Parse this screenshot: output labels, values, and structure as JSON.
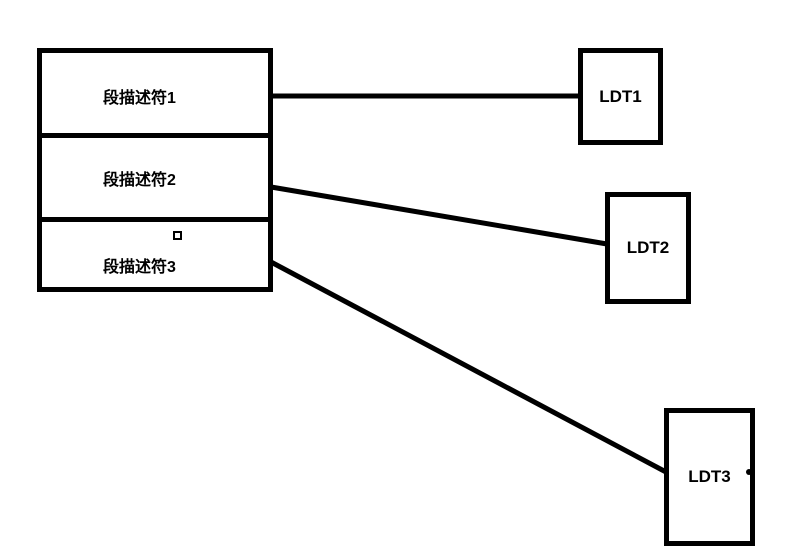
{
  "diagram": {
    "descriptor_table": {
      "rows": [
        {
          "label": "段描述符1"
        },
        {
          "label": "段描述符2"
        },
        {
          "label": "段描述符3"
        }
      ]
    },
    "ldt_boxes": [
      {
        "label": "LDT1"
      },
      {
        "label": "LDT2"
      },
      {
        "label": "LDT3"
      }
    ],
    "colors": {
      "stroke": "#000000",
      "background": "#ffffff",
      "text": "#000000"
    }
  }
}
